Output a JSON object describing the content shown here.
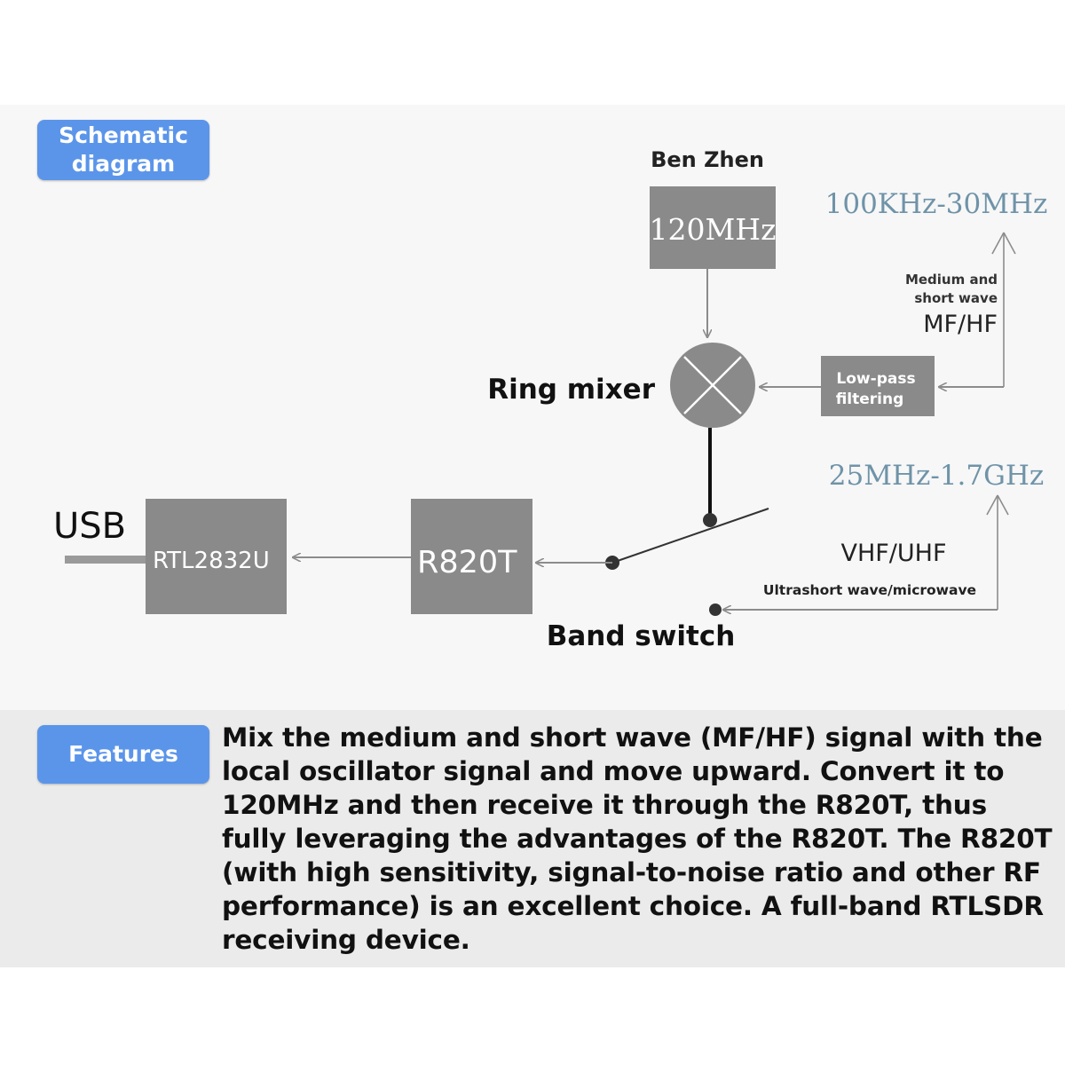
{
  "headers": {
    "schematic_line1": "Schematic",
    "schematic_line2": "diagram",
    "features": "Features"
  },
  "diagram": {
    "oscillator_title": "Ben Zhen",
    "oscillator_box": "120MHz",
    "hf_band": "100KHz-30MHz",
    "hf_desc_line1": "Medium and",
    "hf_desc_line2": "short wave",
    "hf_code": "MF/HF",
    "filter_line1": "Low-pass",
    "filter_line2": "filtering",
    "mixer_label": "Ring mixer",
    "vhf_band": "25MHz-1.7GHz",
    "vhf_code": "VHF/UHF",
    "vhf_desc": "Ultrashort wave/microwave",
    "usb_label": "USB",
    "rtl_box": "RTL2832U",
    "r820t_box": "R820T",
    "switch_label": "Band switch"
  },
  "features_text": "Mix the medium and short wave (MF/HF) signal with the local oscillator signal and move upward. Convert it to 120MHz and then receive it through the R820T, thus fully leveraging the advantages of the R820T. The R820T (with high sensitivity, signal-to-noise ratio and other RF performance) is an excellent choice. A full-band RTLSDR receiving device.",
  "colors": {
    "pill_blue": "#5b95ea",
    "block_gray": "#8a8a8a",
    "band_text": "#6f93a8",
    "line_gray": "#8c8c8c"
  }
}
